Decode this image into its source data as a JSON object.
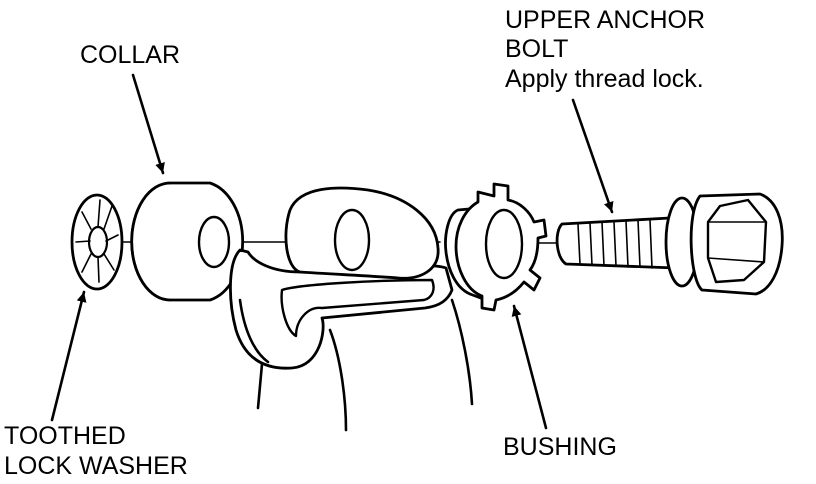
{
  "labels": {
    "collar": "COLLAR",
    "upper_anchor_bolt_line1": "UPPER ANCHOR",
    "upper_anchor_bolt_line2": "BOLT",
    "upper_anchor_bolt_note": "Apply thread lock.",
    "toothed_lock_washer_line1": "TOOTHED",
    "toothed_lock_washer_line2": "LOCK WASHER",
    "bushing": "BUSHING"
  },
  "colors": {
    "ink": "#000000",
    "background": "#ffffff"
  }
}
